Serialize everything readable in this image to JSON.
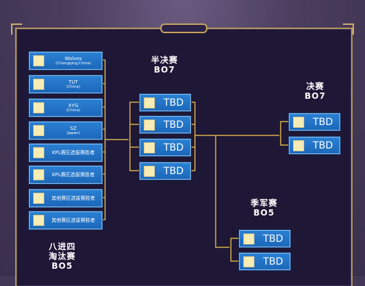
{
  "stages": {
    "quarterfinal": {
      "title_line1": "八进四",
      "title_line2": "淘汰赛",
      "format": "BO5"
    },
    "semifinal": {
      "title": "半决赛",
      "format": "BO7"
    },
    "final": {
      "title": "决赛",
      "format": "BO7"
    },
    "third_place": {
      "title": "季军赛",
      "format": "BO5"
    }
  },
  "teams": [
    {
      "name": "Wolves",
      "sub": "(Chongqing,China)"
    },
    {
      "name": "TUT",
      "sub": "(China)"
    },
    {
      "name": "XYG",
      "sub": "(China)"
    },
    {
      "name": "SZ",
      "sub": "(Japan)"
    },
    {
      "name": "KPL赛区选拔赛胜者",
      "sub": ""
    },
    {
      "name": "KPL赛区选拔赛胜者",
      "sub": ""
    },
    {
      "name": "其他赛区选拔赛胜者",
      "sub": ""
    },
    {
      "name": "其他赛区选拔赛胜者",
      "sub": ""
    }
  ],
  "semifinal_slots": [
    "TBD",
    "TBD",
    "TBD",
    "TBD"
  ],
  "final_slots": [
    "TBD",
    "TBD"
  ],
  "third_place_slots": [
    "TBD",
    "TBD"
  ],
  "colors": {
    "line": "#d9b24a",
    "box": "#1f72c8",
    "frame": "#1f1736"
  }
}
